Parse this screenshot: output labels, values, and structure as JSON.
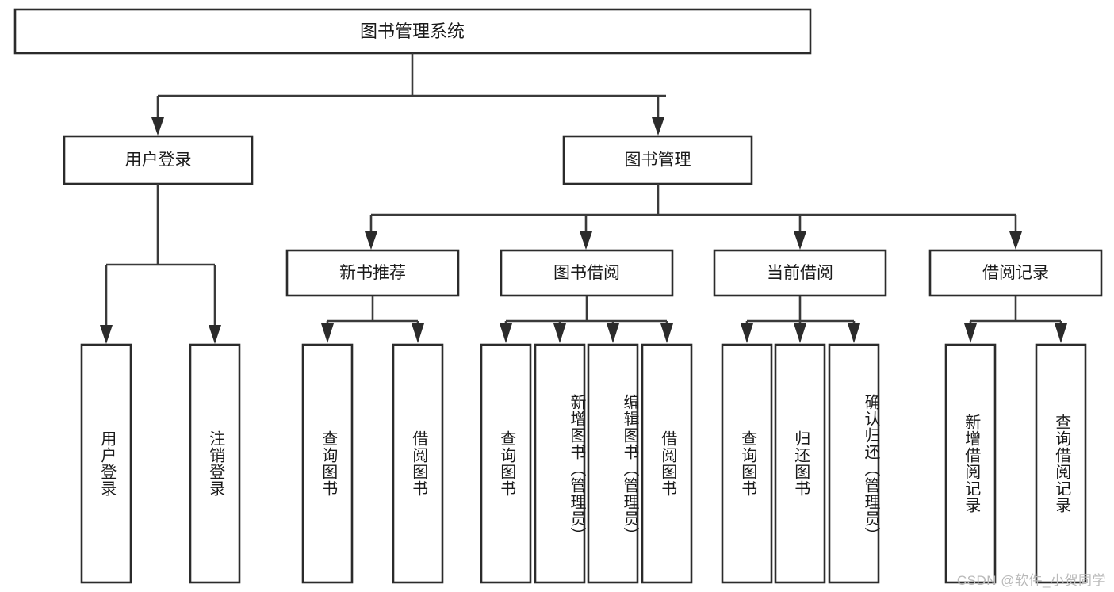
{
  "diagram": {
    "type": "tree-hierarchy",
    "root": {
      "label": "图书管理系统"
    },
    "level1": [
      {
        "label": "用户登录"
      },
      {
        "label": "图书管理"
      }
    ],
    "level2": [
      {
        "label": "新书推荐"
      },
      {
        "label": "图书借阅"
      },
      {
        "label": "当前借阅"
      },
      {
        "label": "借阅记录"
      }
    ],
    "leaves": {
      "user_login": [
        {
          "label": "用户登录"
        },
        {
          "label": "注销登录"
        }
      ],
      "new_book_recommend": [
        {
          "label": "查询图书"
        },
        {
          "label": "借阅图书"
        }
      ],
      "book_borrow": [
        {
          "label": "查询图书"
        },
        {
          "label": "新增图书（管理员）"
        },
        {
          "label": "编辑图书（管理员）"
        },
        {
          "label": "借阅图书"
        }
      ],
      "current_borrow": [
        {
          "label": "查询图书"
        },
        {
          "label": "归还图书"
        },
        {
          "label": "确认归还（管理员）"
        }
      ],
      "borrow_record": [
        {
          "label": "新增借阅记录"
        },
        {
          "label": "查询借阅记录"
        }
      ]
    }
  },
  "watermark": {
    "text": "CSDN @软件_小贺同学"
  },
  "colors": {
    "box_stroke": "#2b2b2b",
    "connector": "#3a3a3a",
    "background": "#ffffff",
    "text": "#1a1a1a",
    "watermark": "#b9b9b9"
  }
}
